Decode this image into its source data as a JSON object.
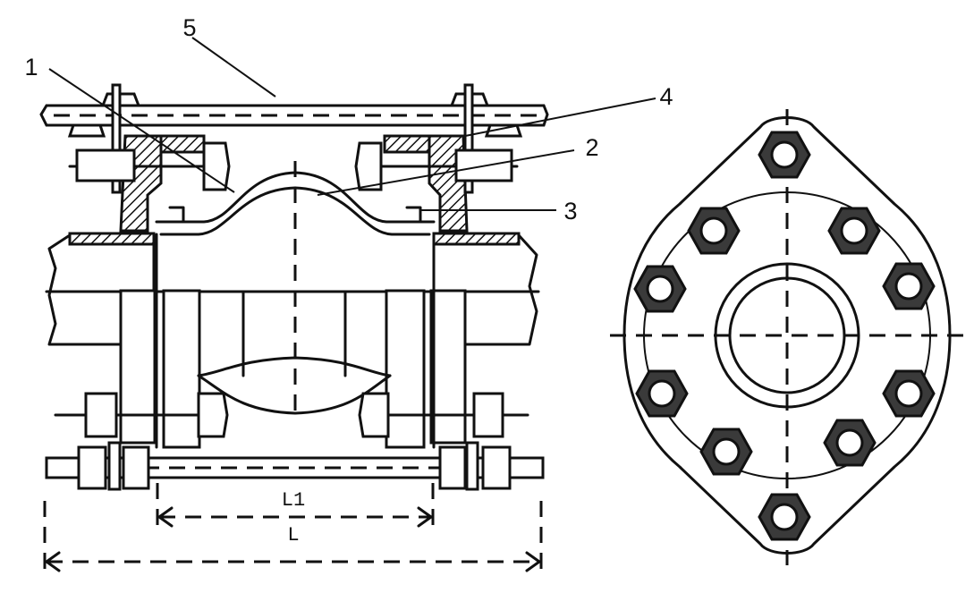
{
  "callouts": {
    "c1": "1",
    "c2": "2",
    "c3": "3",
    "c4": "4",
    "c5": "5"
  },
  "dimensions": {
    "inner": "L1",
    "outer": "L"
  }
}
